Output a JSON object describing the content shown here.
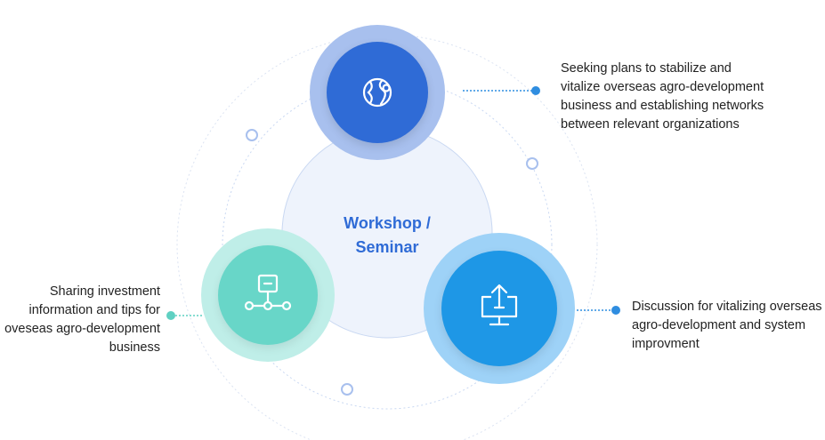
{
  "center": {
    "line1": "Workshop /",
    "line2": "Seminar"
  },
  "nodes": [
    {
      "id": "top",
      "icon": "globe-icon",
      "color": "#2f6bd6",
      "ring": "#a8c0ee"
    },
    {
      "id": "left",
      "icon": "network-icon",
      "color": "#68d6c8",
      "ring": "#bfeee8"
    },
    {
      "id": "right",
      "icon": "monitor-upload-icon",
      "color": "#1e97e6",
      "ring": "#9ed2f7"
    }
  ],
  "descriptions": {
    "top": [
      "Seeking plans to stabilize and",
      "vitalize overseas agro-development",
      "business and establishing networks",
      "between relevant organizations"
    ],
    "right": [
      "Discussion for vitalizing overseas",
      "agro-development and system",
      "improvment"
    ],
    "left": [
      "Sharing investment",
      "information and tips for",
      "oveseas agro-development",
      "business"
    ]
  }
}
